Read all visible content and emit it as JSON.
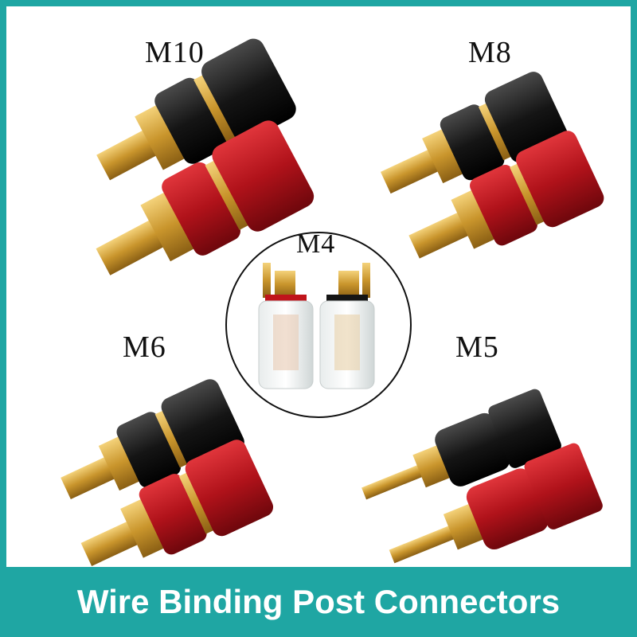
{
  "labels": {
    "m10": "M10",
    "m8": "M8",
    "m4": "M4",
    "m6": "M6",
    "m5": "M5"
  },
  "banner": {
    "title": "Wire Binding Post Connectors"
  },
  "colors": {
    "accent": "#1fa6a3",
    "red_cap": "#c0141b",
    "black_cap": "#151515",
    "brass": "#d9a93a"
  }
}
